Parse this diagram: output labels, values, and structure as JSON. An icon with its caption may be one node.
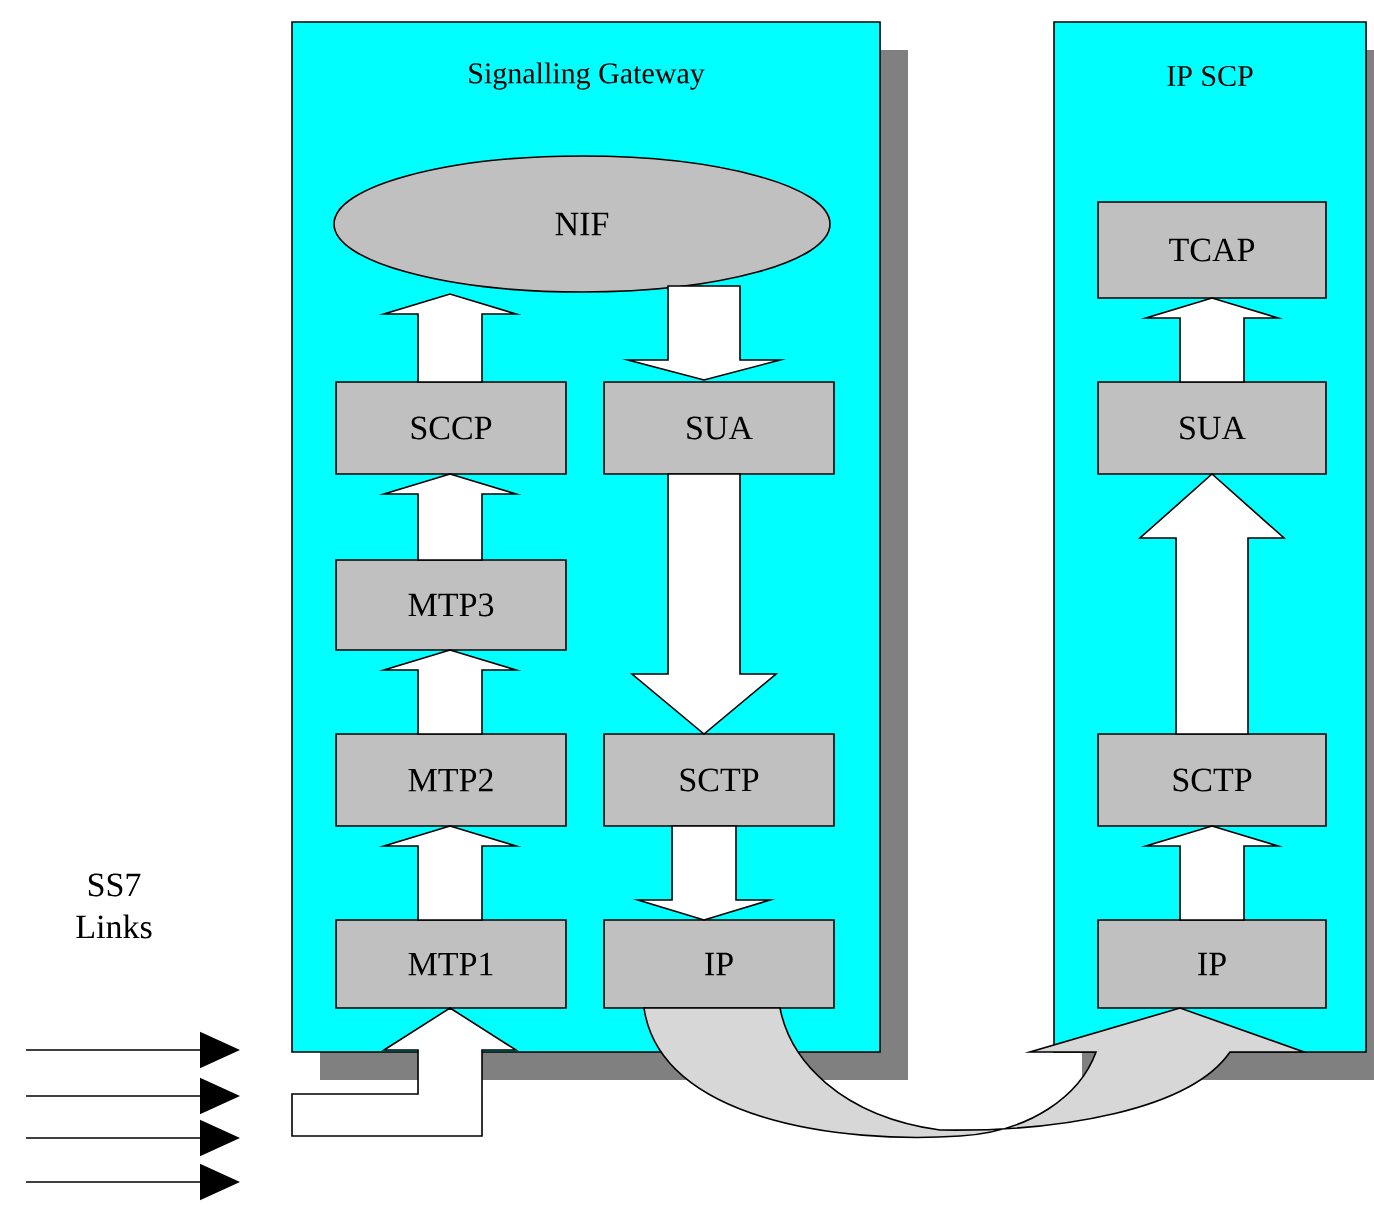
{
  "diagram": {
    "nodes": [
      {
        "text": [
          "Signalling Gateway"
        ]
      },
      {
        "text": [
          "IP SCP"
        ]
      },
      {
        "text": [
          "NIF"
        ],
        "in": 0
      },
      {
        "text": [
          "SCCP"
        ],
        "in": 0
      },
      {
        "text": [
          "SUA"
        ],
        "in": 0
      },
      {
        "text": [
          "MTP3"
        ],
        "in": 0
      },
      {
        "text": [
          "MTP2"
        ],
        "in": 0
      },
      {
        "text": [
          "SCTP"
        ],
        "in": 0
      },
      {
        "text": [
          "MTP1"
        ],
        "in": 0
      },
      {
        "text": [
          "IP"
        ],
        "in": 0
      },
      {
        "text": [
          "TCAP"
        ],
        "in": 1
      },
      {
        "text": [
          "SUA"
        ],
        "in": 1
      },
      {
        "text": [
          "SCTP"
        ],
        "in": 1
      },
      {
        "text": [
          "IP"
        ],
        "in": 1
      }
    ],
    "edges": [
      {
        "from": 8,
        "to": 6,
        "arrow": "to"
      },
      {
        "from": 6,
        "to": 5,
        "arrow": "to"
      },
      {
        "from": 5,
        "to": 3,
        "arrow": "to"
      },
      {
        "from": 3,
        "to": 2,
        "arrow": "to"
      },
      {
        "from": 2,
        "to": 4,
        "arrow": "to"
      },
      {
        "from": 4,
        "to": 7,
        "arrow": "to"
      },
      {
        "from": 7,
        "to": 9,
        "arrow": "to"
      },
      {
        "from": 9,
        "to": 13,
        "arrow": "to"
      },
      {
        "from": 13,
        "to": 12,
        "arrow": "to"
      },
      {
        "from": 12,
        "to": 11,
        "arrow": "to"
      },
      {
        "from": 11,
        "to": 10,
        "arrow": "to"
      },
      {
        "from": null,
        "to": 8,
        "arrow": "to"
      }
    ],
    "labels": [
      "SS7 Links"
    ]
  }
}
